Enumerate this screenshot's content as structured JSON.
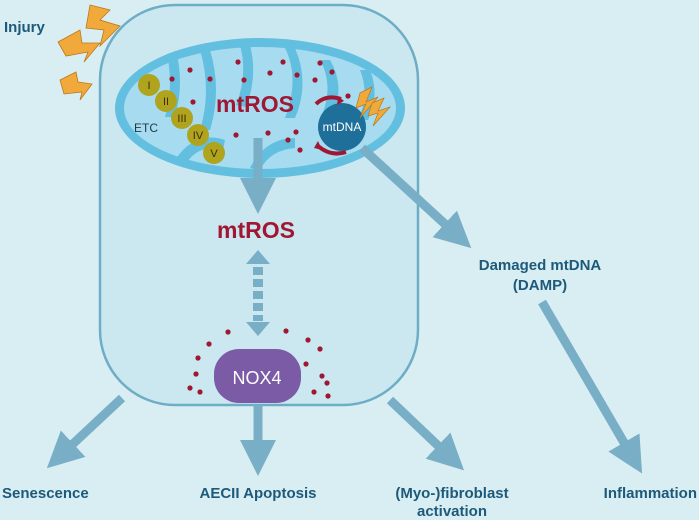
{
  "labels": {
    "injury": "Injury",
    "mitochondria_mtros": "mtROS",
    "etc": "ETC",
    "complexes": [
      "I",
      "II",
      "III",
      "IV",
      "V"
    ],
    "mtdna": "mtDNA",
    "cell_mtros": "mtROS",
    "nox4": "NOX4",
    "damaged_mtdna_line1": "Damaged mtDNA",
    "damaged_mtdna_line2": "(DAMP)",
    "senescence": "Senescence",
    "aecii_apoptosis": "AECII Apoptosis",
    "myofibroblast_line1": "(Myo-)fibroblast",
    "myofibroblast_line2": "activation",
    "inflammation": "Inflammation"
  },
  "colors": {
    "background": "#d9eef3",
    "cell_fill": "#cbe7ef",
    "cell_border": "#6eadc6",
    "mito_outer": "#62bfe0",
    "mito_inner": "#a7dbef",
    "arrow": "#79aec7",
    "ros_dot": "#a01733",
    "mtros_text": "#a01733",
    "complex_fill": "#b0a31e",
    "mtdna_fill": "#1e6f9a",
    "nox4_fill": "#7b5aa6",
    "label_text": "#1d5a7a",
    "lightning": "#f2a93b"
  },
  "icons": {
    "injury": "lightning-bolt-icon"
  }
}
